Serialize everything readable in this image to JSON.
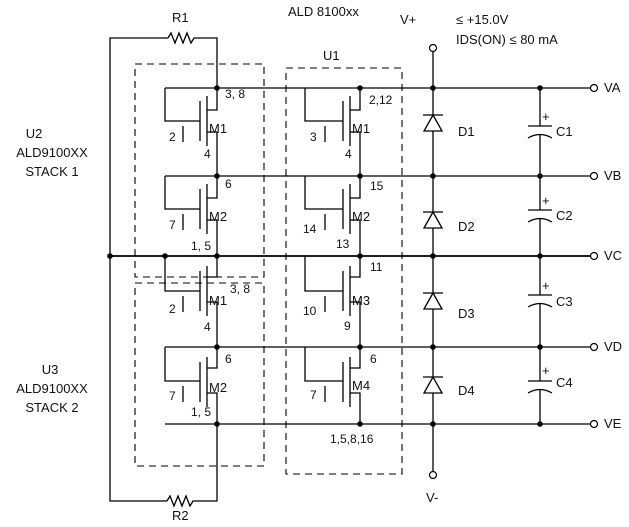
{
  "title": "ALD 8100xx",
  "supply": {
    "vplus": "V+",
    "vminus": "V-",
    "note_max": "≤ +15.0V",
    "note_ids": "IDS(ON) ≤ 80 mA"
  },
  "resistors": [
    "R1",
    "R2"
  ],
  "ics": {
    "u1": "U1",
    "u2": [
      "U2",
      "ALD9100XX",
      "STACK 1"
    ],
    "u3": [
      "U3",
      "ALD9100XX",
      "STACK 2"
    ]
  },
  "u2_mosfets": [
    {
      "name": "M1",
      "gate": "2",
      "drain": "3, 8",
      "source": "4"
    },
    {
      "name": "M2",
      "gate": "7",
      "drain": "6",
      "source": "1, 5"
    }
  ],
  "u3_mosfets": [
    {
      "name": "M1",
      "gate": "2",
      "drain": "3, 8",
      "source": "4"
    },
    {
      "name": "M2",
      "gate": "7",
      "drain": "6",
      "source": "1, 5"
    }
  ],
  "u1_mosfets": [
    {
      "name": "M1",
      "gate": "3",
      "drain": "2,12",
      "source": "4"
    },
    {
      "name": "M2",
      "gate": "14",
      "drain": "15",
      "source": "13"
    },
    {
      "name": "M3",
      "gate": "10",
      "drain": "11",
      "source": "9"
    },
    {
      "name": "M4",
      "gate": "7",
      "drain": "6",
      "source": "1,5,8,16"
    }
  ],
  "diodes": [
    "D1",
    "D2",
    "D3",
    "D4"
  ],
  "capacitors": [
    "C1",
    "C2",
    "C3",
    "C4"
  ],
  "cap_polarity": "+",
  "outputs": [
    "VA",
    "VB",
    "VC",
    "VD",
    "VE"
  ]
}
